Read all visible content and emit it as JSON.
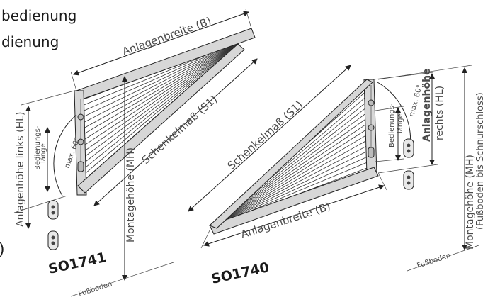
{
  "header": {
    "line1": "bedienung",
    "line2": "dienung",
    "edge_mark": ")"
  },
  "left_model": {
    "code": "SO1741",
    "width_label": "Anlagenbreite  (B)",
    "leg_label": "Schenkelmaß  (S1)",
    "mount_height_label": "Montagehöhe  (MH)",
    "height_label": "Anlagenhöhe links  (HL)",
    "operation_length_label_1": "Bedienungs-",
    "operation_length_label_2": "länge",
    "angle_label": "max. 60°",
    "floor_label": "Fußboden"
  },
  "right_model": {
    "code": "SO1740",
    "width_label": "Anlagenbreite  (B)",
    "leg_label": "Schenkelmaß  (S1)",
    "mount_height_label": "Montagehöhe  (MH)",
    "mount_height_sub": "(Fußboden bis Schnurschloss)",
    "height_label_1": "Anlagenhöhe",
    "height_label_2": "rechts  (HL)",
    "operation_length_label_1": "Bedienungs-",
    "operation_length_label_2": "länge",
    "angle_label": "max. 60°",
    "floor_label": "Fußboden"
  },
  "colors": {
    "line": "#222222",
    "text": "#4a4a4a",
    "frame": "#d7d7d7"
  }
}
